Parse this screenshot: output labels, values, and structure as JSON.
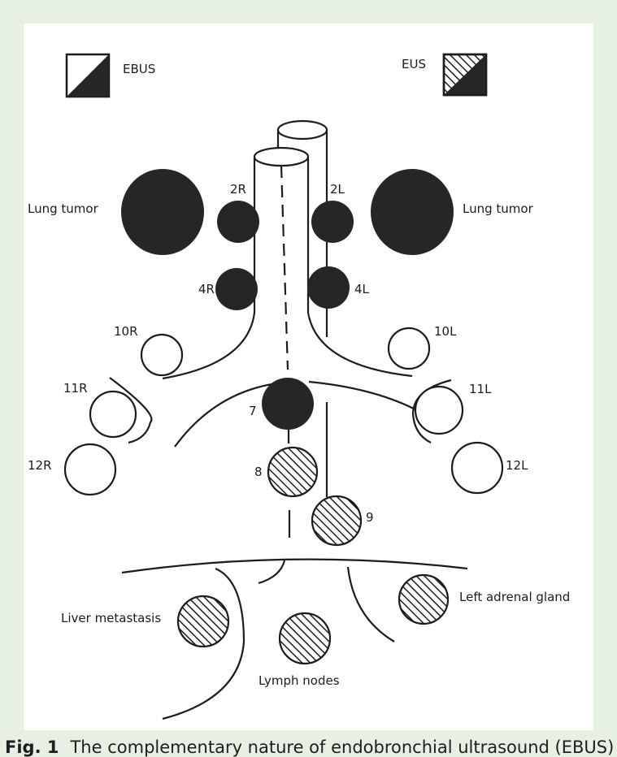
{
  "legend": {
    "ebus_label": "EBUS",
    "eus_label": "EUS"
  },
  "labels": {
    "lung_tumor_left": "Lung tumor",
    "lung_tumor_right": "Lung tumor",
    "station_2R": "2R",
    "station_2L": "2L",
    "station_4R": "4R",
    "station_4L": "4L",
    "station_10R": "10R",
    "station_10L": "10L",
    "station_11R": "11R",
    "station_11L": "11L",
    "station_12R": "12R",
    "station_12L": "12L",
    "station_7": "7",
    "station_8": "8",
    "station_9": "9",
    "liver_metastasis": "Liver metastasis",
    "lymph_nodes": "Lymph nodes",
    "left_adrenal_gland": "Left adrenal gland"
  },
  "caption": {
    "figure_number": "Fig. 1",
    "text": "The complementary nature of endobronchial ultrasound (EBUS)"
  },
  "colors": {
    "frame": "#e7f1e3",
    "panel": "#ffffff",
    "ebus_fill": "#262626",
    "ink": "#1c1c1c"
  }
}
